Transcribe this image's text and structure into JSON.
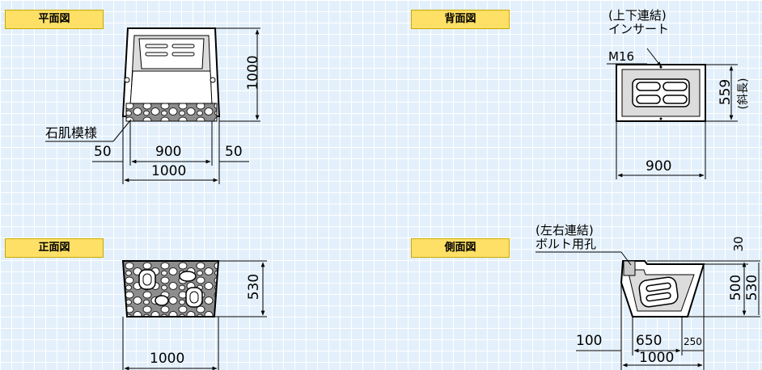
{
  "views": {
    "plan": {
      "title": "平面図",
      "dim_height": "1000",
      "dim_left": "50",
      "dim_middle": "900",
      "dim_right": "50",
      "dim_total": "1000",
      "note_texture": "石肌模様"
    },
    "back": {
      "title": "背面図",
      "note_line1": "(上下連結)",
      "note_line2": "インサート",
      "note_line3": "M16",
      "dim_height": "559",
      "dim_height_note": "(斜長)",
      "dim_width": "900"
    },
    "front": {
      "title": "正面図",
      "dim_height": "530",
      "dim_width": "1000"
    },
    "side": {
      "title": "側面図",
      "note_line1": "(左右連結)",
      "note_line2": "ボルト用孔",
      "dim_top": "30",
      "dim_mid": "500",
      "dim_total": "530",
      "dim_left": "100",
      "dim_middle": "650",
      "dim_right": "250",
      "dim_bottom": "1000"
    }
  },
  "colors": {
    "background": "#e3f0fb",
    "grid": "#ffffff",
    "title_fill": "#ffe066",
    "line": "#000000"
  }
}
